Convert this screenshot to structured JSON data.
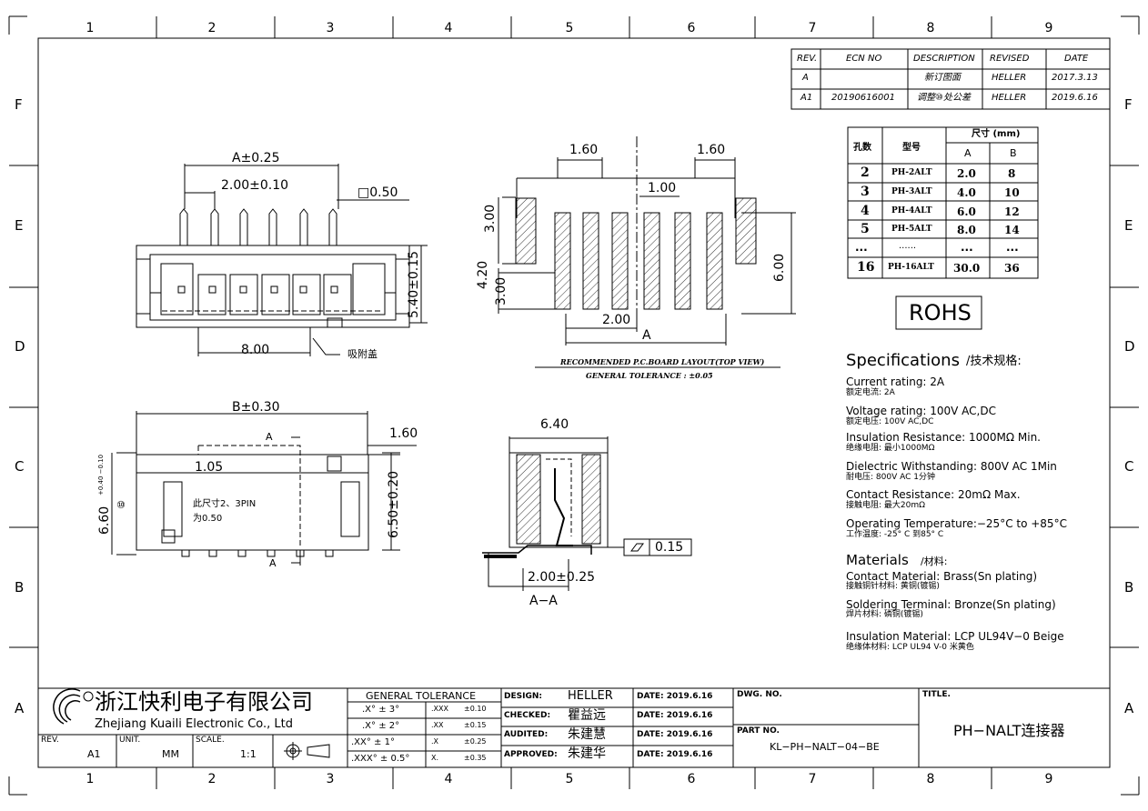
{
  "frame": {
    "col_labels": [
      "1",
      "2",
      "3",
      "4",
      "5",
      "6",
      "7",
      "8",
      "9"
    ],
    "row_labels": [
      "F",
      "E",
      "D",
      "C",
      "B",
      "A"
    ]
  },
  "revision_table": {
    "headers": [
      "REV.",
      "ECN NO",
      "DESCRIPTION",
      "REVISED",
      "DATE"
    ],
    "rows": [
      [
        "A",
        "",
        "新订图面",
        "HELLER",
        "2017.3.13"
      ],
      [
        "A1",
        "20190616001",
        "调整⑩处公差",
        "HELLER",
        "2019.6.16"
      ]
    ]
  },
  "size_table": {
    "h_holes": "孔数",
    "h_model": "型号",
    "h_size": "尺寸 (mm)",
    "h_a": "A",
    "h_b": "B",
    "rows": [
      [
        "2",
        "PH-2ALT",
        "2.0",
        "8"
      ],
      [
        "3",
        "PH-3ALT",
        "4.0",
        "10"
      ],
      [
        "4",
        "PH-4ALT",
        "6.0",
        "12"
      ],
      [
        "5",
        "PH-5ALT",
        "8.0",
        "14"
      ],
      [
        "...",
        "......",
        "...",
        "..."
      ],
      [
        "16",
        "PH-16ALT",
        "30.0",
        "36"
      ]
    ]
  },
  "rohs": "ROHS",
  "specs": {
    "title": "Specifications",
    "title_cn": "/技术规格:",
    "items": [
      {
        "en": "Current rating: 2A",
        "cn": "额定电流: 2A"
      },
      {
        "en": "Voltage rating: 100V AC,DC",
        "cn": "额定电压: 100V AC,DC"
      },
      {
        "en": "Insulation Resistance: 1000MΩ Min.",
        "cn": "绝缘电阻: 最小1000MΩ"
      },
      {
        "en": "Dielectric Withstanding:   800V AC   1Min",
        "cn": "耐电压: 800V AC  1分钟"
      },
      {
        "en": "Contact Resistance:  20mΩ Max.",
        "cn": "接触电阻: 最大20mΩ"
      },
      {
        "en": "Operating Temperature:−25°C to +85°C",
        "cn": "工作温度: -25° C 到85° C"
      }
    ]
  },
  "materials": {
    "title": "Materials",
    "title_cn": "/材料:",
    "items": [
      {
        "en": "Contact Material: Brass(Sn plating)",
        "cn": "接触铜针材料: 黄铜(镀锡)"
      },
      {
        "en": "Soldering Terminal: Bronze(Sn plating)",
        "cn": "焊片材料: 磷铜(镀锡)"
      },
      {
        "en": "Insulation Material: LCP UL94V−0 Beige",
        "cn": "绝缘体材料:  LCP UL94 V-0 米黄色"
      }
    ]
  },
  "top_view": {
    "a_dim": "A±0.25",
    "pitch": "2.00±0.10",
    "pin_sq": "□0.50",
    "height": "5.40±0.15",
    "cap_width": "8.00",
    "cap_label": "吸附盖"
  },
  "pcb": {
    "pad1": "1.60",
    "pad2": "1.60",
    "pitch": "1.00",
    "h1": "3.00",
    "h2": "4.20",
    "h3": "3.00",
    "w": "6.00",
    "pitch2": "2.00",
    "a": "A",
    "caption": "RECOMMENDED P.C.BOARD LAYOUT(TOP VIEW)",
    "tolerance": "GENERAL TOLERANCE : ±0.05"
  },
  "front_view": {
    "b_dim": "B±0.30",
    "side": "1.60",
    "sec1": "A",
    "sec2": "A",
    "off": "1.05",
    "height": "6.60",
    "height_tol": "+0.40 −0.10",
    "ten": "⑩",
    "height2": "6.50±0.20",
    "note1": "此尺寸2、3PIN",
    "note2": "为0.50"
  },
  "section": {
    "width": "6.40",
    "flat": "0.15",
    "pitch": "2.00±0.25",
    "label": "A−A"
  },
  "title_block": {
    "company_cn": "浙江快利电子有限公司",
    "company_en": "Zhejiang Kuaili Electronic Co., Ltd",
    "rev_label": "REV.",
    "rev": "A1",
    "unit_label": "UNIT.",
    "unit": "MM",
    "scale_label": "SCALE.",
    "scale": "1:1",
    "tol_title": "GENERAL TOLERANCE",
    "tol": [
      [
        ".X° ± 3°",
        ".XXX",
        "±0.10"
      ],
      [
        ".X° ± 2°",
        ".XX",
        "±0.15"
      ],
      [
        ".XX° ± 1°",
        ".X",
        "±0.25"
      ],
      [
        ".XXX° ± 0.5°",
        "X.",
        "±0.35"
      ]
    ],
    "roles": [
      {
        "label": "DESIGN:",
        "name": "HELLER",
        "date": "DATE: 2019.6.16"
      },
      {
        "label": "CHECKED:",
        "name": "瞿益远",
        "date": "DATE: 2019.6.16"
      },
      {
        "label": "AUDITED:",
        "name": "朱建慧",
        "date": "DATE: 2019.6.16"
      },
      {
        "label": "APPROVED:",
        "name": "朱建华",
        "date": "DATE: 2019.6.16"
      }
    ],
    "dwg_label": "DWG. NO.",
    "part_label": "PART NO.",
    "part_no": "KL−PH−NALT−04−BE",
    "title_label": "TITLE.",
    "title": "PH−NALT连接器"
  }
}
